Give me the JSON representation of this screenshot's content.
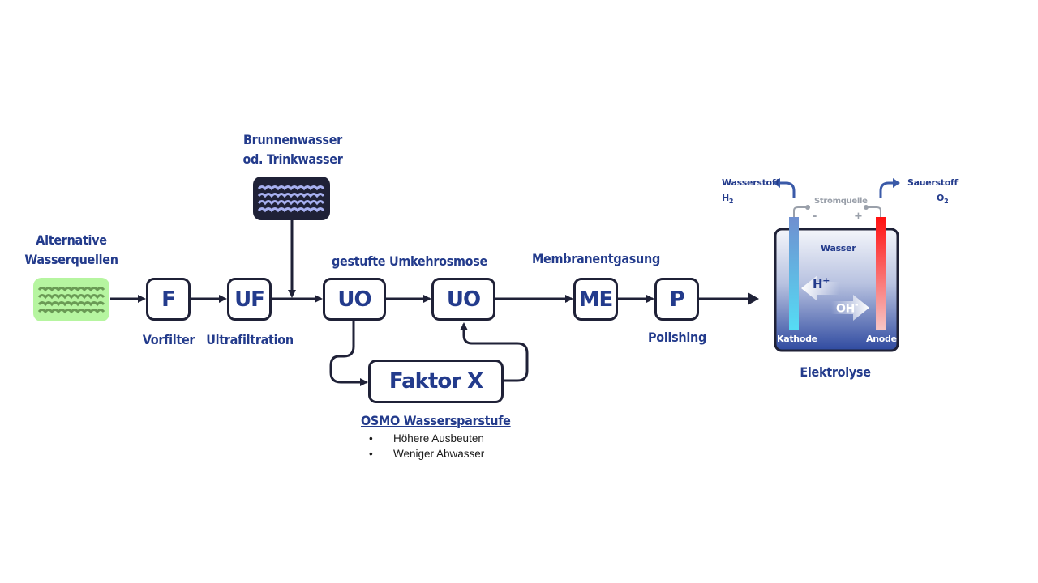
{
  "sources": {
    "alternative": {
      "line1": "Alternative",
      "line2": "Wasserquellen",
      "color": "#b6f5a0",
      "wave_color": "#6a9a55"
    },
    "well": {
      "line1": "Brunnenwasser",
      "line2": "od. Trinkwasser",
      "color": "#1f2137",
      "wave_color": "#a7b0f0"
    }
  },
  "stages": [
    {
      "id": "F",
      "label": "Vorfilter"
    },
    {
      "id": "UF",
      "label": "Ultrafiltration"
    },
    {
      "id": "UO",
      "label": ""
    },
    {
      "id": "UO",
      "label": ""
    },
    {
      "id": "ME",
      "label": ""
    },
    {
      "id": "P",
      "label": "Polishing"
    }
  ],
  "group_labels": {
    "reverse_osmosis": "gestufte Umkehrosmose",
    "membrane": "Membranentgasung"
  },
  "faktor": {
    "label": "Faktor X",
    "title": "OSMO Wassersparstufe",
    "bullets": [
      "Höhere Ausbeuten",
      "Weniger Abwasser"
    ],
    "bullet_char": "•"
  },
  "electrolysis": {
    "title": "Elektrolyse",
    "hydrogen": "Wasserstoff",
    "hydrogen_formula": "H",
    "hydrogen_sub": "2",
    "oxygen": "Sauerstoff",
    "oxygen_formula": "O",
    "oxygen_sub": "2",
    "power": "Stromquelle",
    "minus": "-",
    "plus": "+",
    "water": "Wasser",
    "cathode": "Kathode",
    "anode": "Anode",
    "ion_pos": "H",
    "ion_pos_sup": "+",
    "ion_neg": "OH",
    "ion_neg_sup": "-",
    "accent_blue": "#233b8c",
    "cathode_color": "#6f8fd0",
    "anode_color": "#ff1a1a"
  },
  "colors": {
    "line": "#1f2137",
    "text": "#233b8c"
  }
}
